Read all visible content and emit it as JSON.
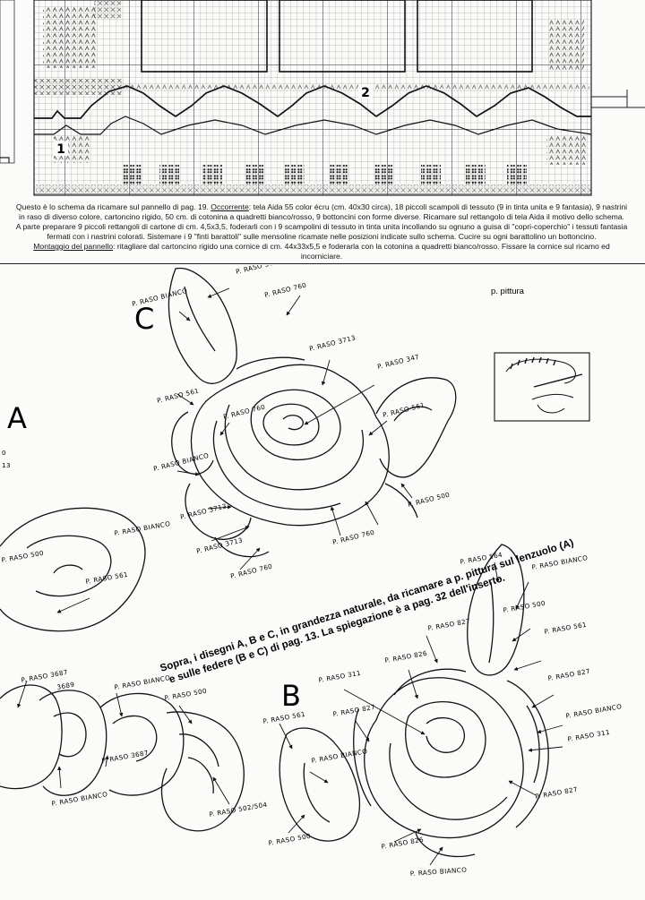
{
  "chart_markers": {
    "one": "1",
    "two": "2"
  },
  "instructions": {
    "p1a": "Questo è lo schema da ricamare sul pannello di pag. 19. ",
    "p1_label": "Occorrente",
    "p1b": ": tela Aida 55 color écru (cm. 40x30 circa), 18 piccoli scampoli di tessuto (9 in tinta unita e 9 fantasia), 9 nastrini in raso di diverso colore, cartoncino rigido, 50 cm. di cotonina a quadretti bianco/rosso, 9 bottoncini con forme diverse. Ricamare sul rettangolo di tela Aida il motivo dello schema.",
    "p2": "A parte preparare 9 piccoli rettangoli di cartone di cm. 4,5x3,5, foderarli con i 9 scampolini di tessuto in tinta unita incollando su ognuno a guisa di \"copri-coperchio\" i tessuti fantasia fermati con i nastrini colorati. Sistemare i 9 \"finti barattoli\" sulle mensoline ricamate nelle posizioni indicate sullo schema. Cucire su ogni barattolino un bottoncino.",
    "p3_label": "Montaggio del pannello",
    "p3b": ": ritagliare dal cartoncino rigido una cornice di cm. 44x33x5,5 e foderarla con la cotonina a quadretti bianco/rosso. Fissare la cornice sul ricamo ed incorniciare."
  },
  "legend": {
    "title": "p. pittura"
  },
  "letters": {
    "a": "A",
    "b": "B",
    "c": "C"
  },
  "caption": {
    "line1": "Sopra, i disegni A, B e C, in grandezza naturale, da ricamare a p. pittura sul lenzuolo (A)",
    "line2": "e sulle federe (B e C) di pag. 13. La spiegazione è a pag. 32 dell'inserto."
  },
  "labels_a": {
    "raso_500": "P. RASO 500",
    "raso_561": "P. RASO 561",
    "raso_3687": "P. RASO 3687",
    "raso_3689": "3689",
    "raso_bianco_1": "P. RASO BIANCO",
    "raso_bianco_2": "P. RASO BIANCO",
    "raso_bianco_3": "P. RASO BIANCO",
    "raso_3687_b": "P. RASO 3687",
    "raso_500_b": "P. RASO 500",
    "raso_502_504": "P. RASO 502/504",
    "edge_a": "13",
    "edge_b": "0"
  },
  "labels_c": {
    "raso_500_top": "P. RASO 500",
    "raso_760_top": "P. RASO 760",
    "raso_3713_top": "P. RASO 3713",
    "raso_347": "P. RASO 347",
    "raso_bianco_top": "P. RASO BIANCO",
    "raso_561_left": "P. RASO 561",
    "raso_760_mid": "P. RASO 760",
    "raso_561_right": "P. RASO 561",
    "raso_bianco_mid": "P. RASO BIANCO",
    "raso_3713_mid": "P. RASO 3713",
    "raso_3713_low": "P. RASO 3713",
    "raso_760_low": "P. RASO 760",
    "raso_760_bottom": "P. RASO 760",
    "raso_500_right": "P. RASO 500"
  },
  "labels_b": {
    "raso_564": "P. RASO 564",
    "raso_bianco_tr": "P. RASO BIANCO",
    "raso_500_tr": "P. RASO 500",
    "raso_561_tr": "P. RASO 561",
    "raso_827_top": "P. RASO 827",
    "raso_827_r": "P. RASO 827",
    "raso_bianco_r": "P. RASO BIANCO",
    "raso_311_r": "P. RASO 311",
    "raso_827_br": "P. RASO 827",
    "raso_826_top": "P. RASO 826",
    "raso_311_l": "P. RASO 311",
    "raso_827_l": "P. RASO 827",
    "raso_561_l": "P. RASO 561",
    "raso_bianco_l": "P. RASO BIANCO",
    "raso_500_l": "P. RASO 500",
    "raso_826_bottom": "P. RASO 826",
    "raso_bianco_bottom": "P. RASO BIANCO"
  }
}
